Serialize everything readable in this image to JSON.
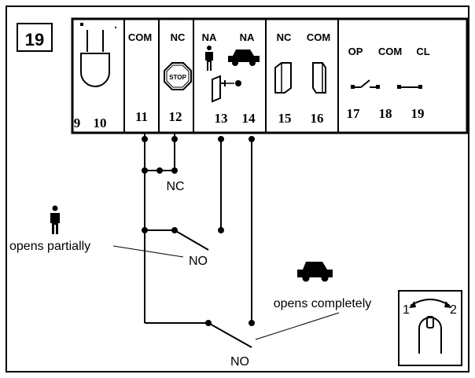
{
  "figure": {
    "number": "19",
    "terminals": [
      "9",
      "10",
      "11",
      "12",
      "13",
      "14",
      "15",
      "16",
      "17",
      "18",
      "19"
    ],
    "headers": {
      "com_1": "COM",
      "nc_1": "NC",
      "na_1": "NA",
      "na_2": "NA",
      "nc_2": "NC",
      "com_2": "COM",
      "op": "OP",
      "com_3": "COM",
      "cl": "CL"
    },
    "stop_sign_text": "STOP",
    "wiring_labels": {
      "nc": "NC",
      "no_partial": "NO",
      "no_complete": "NO",
      "opens_partially": "opens partially",
      "opens_completely": "opens completely"
    },
    "key_switch": {
      "position_1": "1",
      "position_2": "2"
    },
    "icons": [
      "lamp-icon",
      "stop-sign-icon",
      "person-icon",
      "car-icon",
      "photocell-icon",
      "key-switch-icon"
    ]
  }
}
